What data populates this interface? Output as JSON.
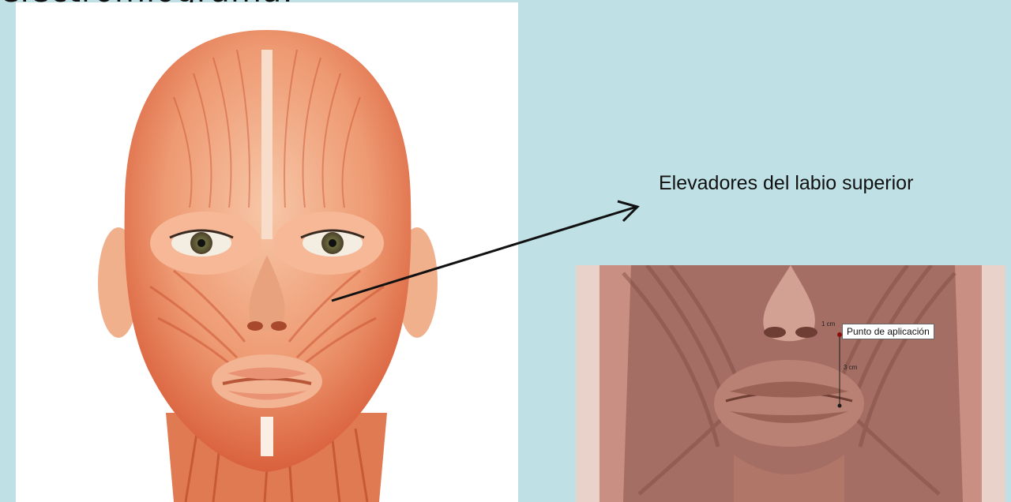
{
  "slide": {
    "clipped_title": "electromiograma:",
    "callout_label": "Elevadores del labio superior",
    "detail": {
      "application_point_label": "Punto de aplicación",
      "distance_top": "1 cm",
      "distance_bottom": "3 cm"
    }
  },
  "colors": {
    "background": "#bfe1e5",
    "muscle_light": "#f3b493",
    "muscle_dark": "#d9603c",
    "detail_muscle": "#a46e64"
  },
  "icons": {
    "left_image": "facial-muscles-illustration",
    "right_image": "perioral-muscles-detail"
  }
}
